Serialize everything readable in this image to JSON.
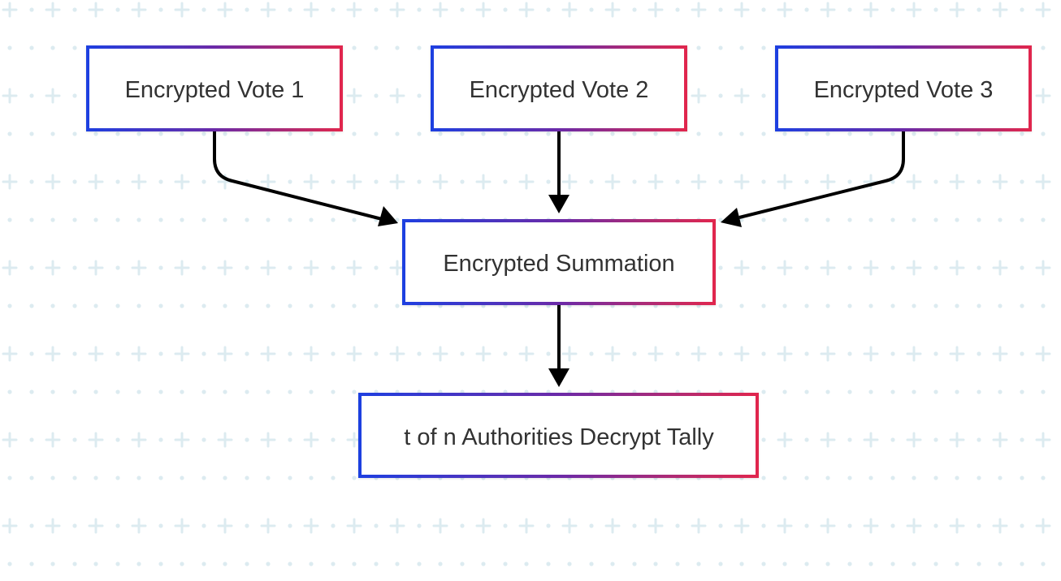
{
  "diagram": {
    "type": "flowchart",
    "direction": "top-down",
    "nodes": [
      {
        "id": "vote1",
        "label": "Encrypted Vote 1"
      },
      {
        "id": "vote2",
        "label": "Encrypted Vote 2"
      },
      {
        "id": "vote3",
        "label": "Encrypted Vote 3"
      },
      {
        "id": "summation",
        "label": "Encrypted Summation"
      },
      {
        "id": "decrypt",
        "label": "t of n Authorities Decrypt Tally"
      }
    ],
    "edges": [
      {
        "from": "vote1",
        "to": "summation"
      },
      {
        "from": "vote2",
        "to": "summation"
      },
      {
        "from": "vote3",
        "to": "summation"
      },
      {
        "from": "summation",
        "to": "decrypt"
      }
    ],
    "colors": {
      "border_gradient_start": "#1f3fe0",
      "border_gradient_mid": "#6b2ba8",
      "border_gradient_end": "#e0284e",
      "node_fill": "#ffffff",
      "text": "#333333",
      "arrow": "#000000",
      "grid_pattern": "#dcebf0"
    }
  }
}
